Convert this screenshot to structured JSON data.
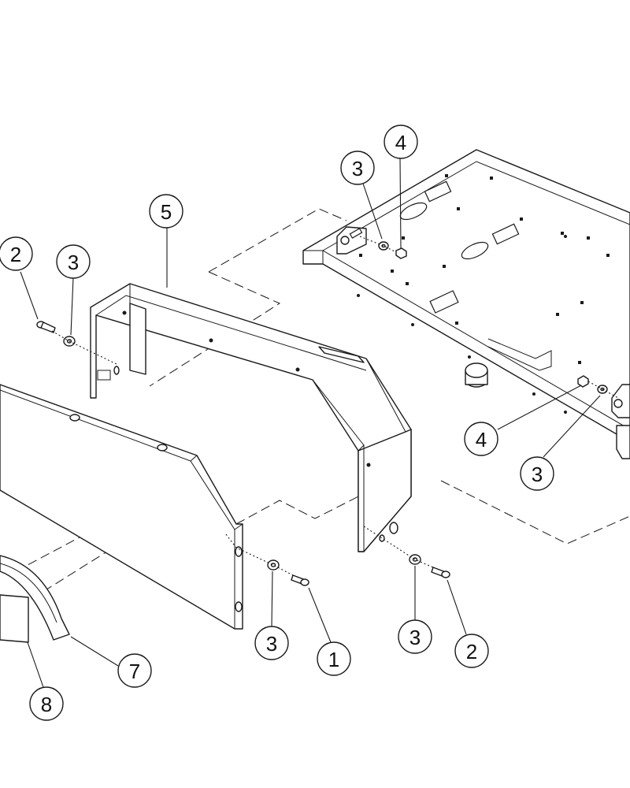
{
  "callouts": [
    {
      "label": "1"
    },
    {
      "label": "2"
    },
    {
      "label": "2"
    },
    {
      "label": "3"
    },
    {
      "label": "3"
    },
    {
      "label": "3"
    },
    {
      "label": "3"
    },
    {
      "label": "3"
    },
    {
      "label": "4"
    },
    {
      "label": "4"
    },
    {
      "label": "5"
    },
    {
      "label": "7"
    },
    {
      "label": "8"
    }
  ]
}
